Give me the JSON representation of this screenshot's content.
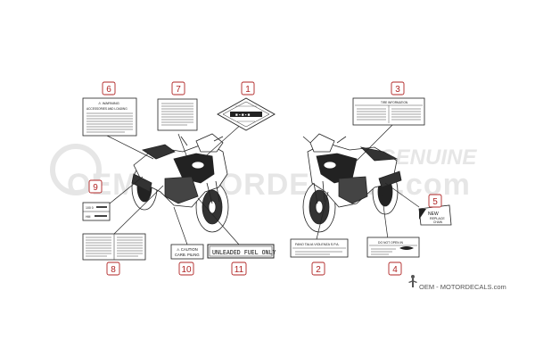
{
  "colors": {
    "callout": "#b02424",
    "line": "#222222",
    "watermark": "#e6e6e6"
  },
  "watermark": {
    "line1": "GENUINE",
    "line2": "OEM-MOTORDECALS.com"
  },
  "callouts": [
    "1",
    "2",
    "3",
    "4",
    "5",
    "6",
    "7",
    "8",
    "9",
    "10",
    "11"
  ],
  "labels": {
    "l1_band": "■ ▪ ■ ▪ ■",
    "l2_title": "FANO TALIA VIOLENZA S.P.A.",
    "l3_title": "TIRE INFORMATION",
    "l4_title": "DO NOT OPEN IN",
    "l5_line1": "NEW",
    "l5_line2": "REPLACE",
    "l5_line3": "CHAIN",
    "l6_title": "⚠ WARNING",
    "l6_sub": "ACCESSORIES AND LOADING",
    "l9_a": "100 0",
    "l9_b": "HM",
    "l10_line1": "⚠ CAUTION",
    "l10_line2": "CARB. PILING",
    "l11_text": "UNLEADED FUEL ONLY"
  },
  "brand": {
    "text": "OEM - MOTORDECALS.com",
    "icon": "figure-icon"
  }
}
